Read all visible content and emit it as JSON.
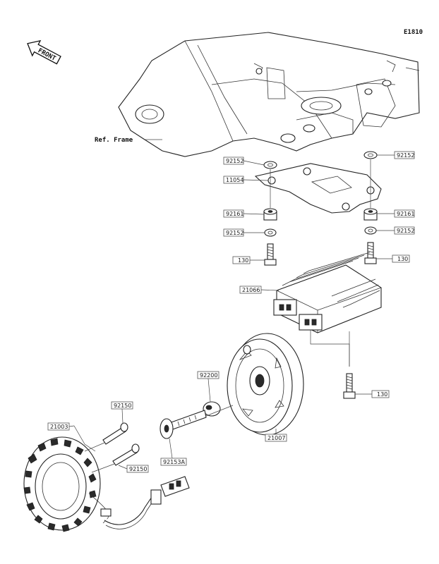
{
  "header": {
    "diagram_code": "E1810",
    "front_label": "FRONT"
  },
  "frame": {
    "ref_label": "Ref. Frame"
  },
  "parts": {
    "washer_92152_top_left": "92152",
    "washer_92152_top_right": "92152",
    "bracket_11054": "11054",
    "damper_92161_left": "92161",
    "damper_92161_right": "92161",
    "washer_92152_mid_left": "92152",
    "washer_92152_mid_right": "92152",
    "bolt_130_left": "130",
    "bolt_130_right": "130",
    "regulator_21066": "21066",
    "bolt_130_bottom": "130",
    "spacer_92200": "92200",
    "bolt_92150": "92150",
    "stator_21003": "21003",
    "bolt_92153a": "92153A",
    "flywheel_21007": "21007",
    "bolt_92150_lower": "92150"
  },
  "colors": {
    "line": "#222222",
    "background": "#ffffff"
  }
}
